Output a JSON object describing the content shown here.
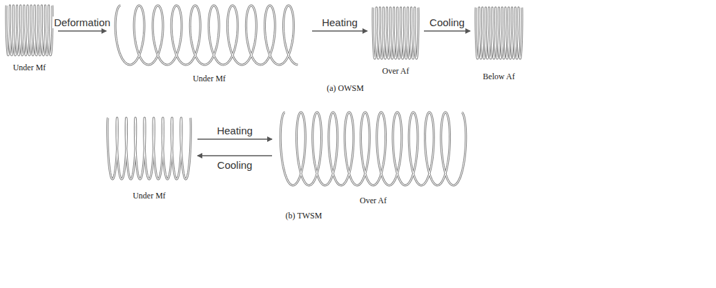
{
  "diagram": {
    "nodes": [
      {
        "text": [
          "Under Mf"
        ]
      },
      {
        "text": [
          "Under Mf"
        ]
      },
      {
        "text": [
          "Over Af"
        ]
      },
      {
        "text": [
          "Below Af"
        ]
      },
      {
        "text": [
          "Under Mf"
        ]
      },
      {
        "text": [
          "Over Af"
        ]
      }
    ],
    "edges": [
      {
        "from": 0,
        "to": 1,
        "label": "Deformation",
        "arrow": "to"
      },
      {
        "from": 1,
        "to": 2,
        "label": "Heating",
        "arrow": "to"
      },
      {
        "from": 2,
        "to": 3,
        "label": "Cooling",
        "arrow": "to"
      },
      {
        "from": 4,
        "to": 5,
        "label": "Heating",
        "arrow": "to"
      },
      {
        "from": 5,
        "to": 4,
        "label": "Cooling",
        "arrow": "to"
      }
    ],
    "labels": [
      "(a) OWSM",
      "(b) TWSM"
    ]
  }
}
